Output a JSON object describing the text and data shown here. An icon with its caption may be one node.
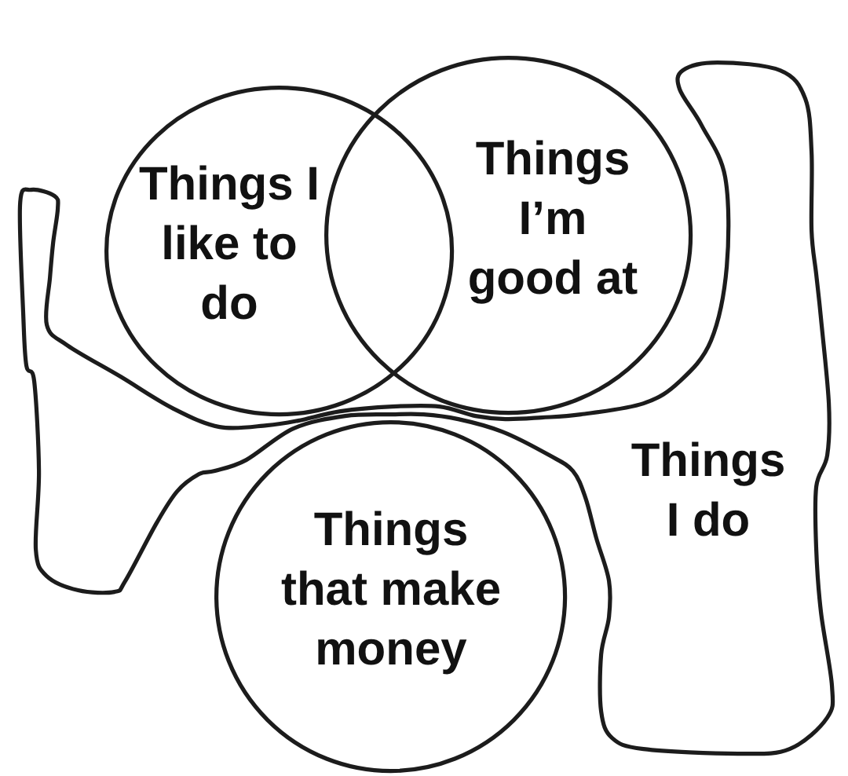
{
  "diagram": {
    "nodes": [
      {
        "text": [
          "Things I like to do"
        ]
      },
      {
        "text": [
          "Things I’m good at"
        ]
      },
      {
        "text": [
          "Things that make money"
        ]
      },
      {
        "text": [
          "Things I do"
        ]
      }
    ]
  }
}
